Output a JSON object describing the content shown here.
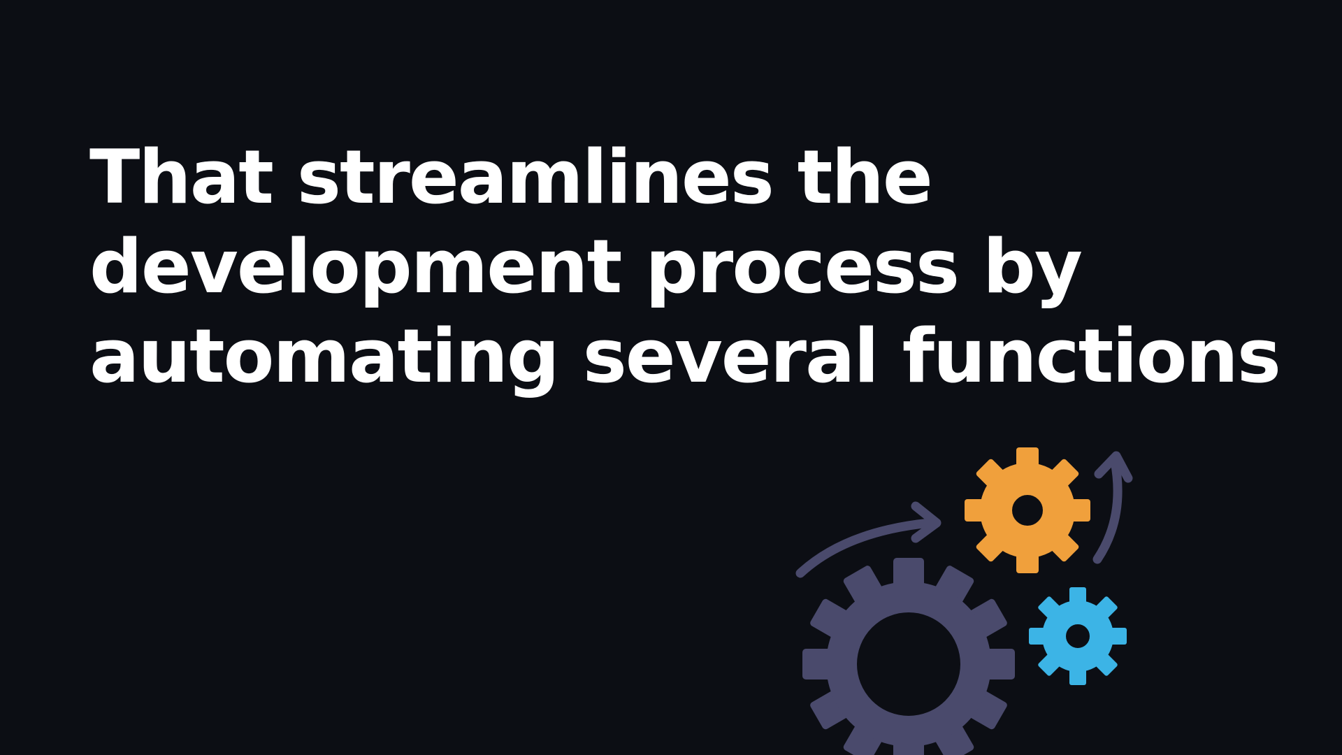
{
  "slide": {
    "headline_lines": [
      "That streamlines the",
      "development process by",
      "automating several functions"
    ]
  },
  "illustration": {
    "icons": [
      "large-gear-icon",
      "orange-gear-icon",
      "blue-gear-icon",
      "curved-arrow-icon",
      "upward-arrow-icon"
    ],
    "colors": {
      "background": "#0c0e14",
      "text": "#ffffff",
      "large_gear": "#4a4a6c",
      "orange_gear": "#f0a03c",
      "blue_gear": "#3cb4e6",
      "arrows": "#4a4a6c"
    }
  }
}
